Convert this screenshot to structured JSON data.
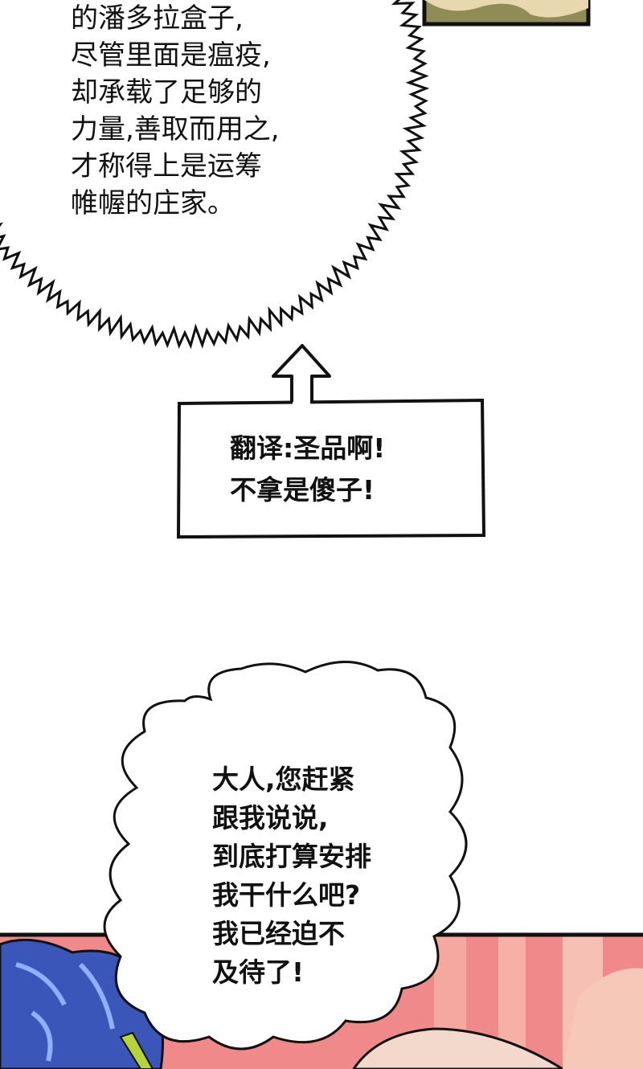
{
  "burst_bubble": {
    "lines": [
      "的潘多拉盒子,",
      "尽管里面是瘟疫,",
      "却承载了足够的",
      "力量,善取而用之,",
      "才称得上是运筹",
      "帷幄的庄家。"
    ]
  },
  "caption_box": {
    "lines": [
      "翻译:圣品啊!",
      "不拿是傻子!"
    ]
  },
  "cloud_bubble": {
    "lines": [
      "大人,您赶紧",
      "跟我说说,",
      "到底打算安排",
      "我干什么吧?",
      "我已经迫不",
      "及待了!"
    ]
  },
  "colors": {
    "ink": "#111111",
    "panel_olive": "#8f8c56",
    "panel_pink": "#f08a8a",
    "hair_blue": "#3a56b8"
  }
}
